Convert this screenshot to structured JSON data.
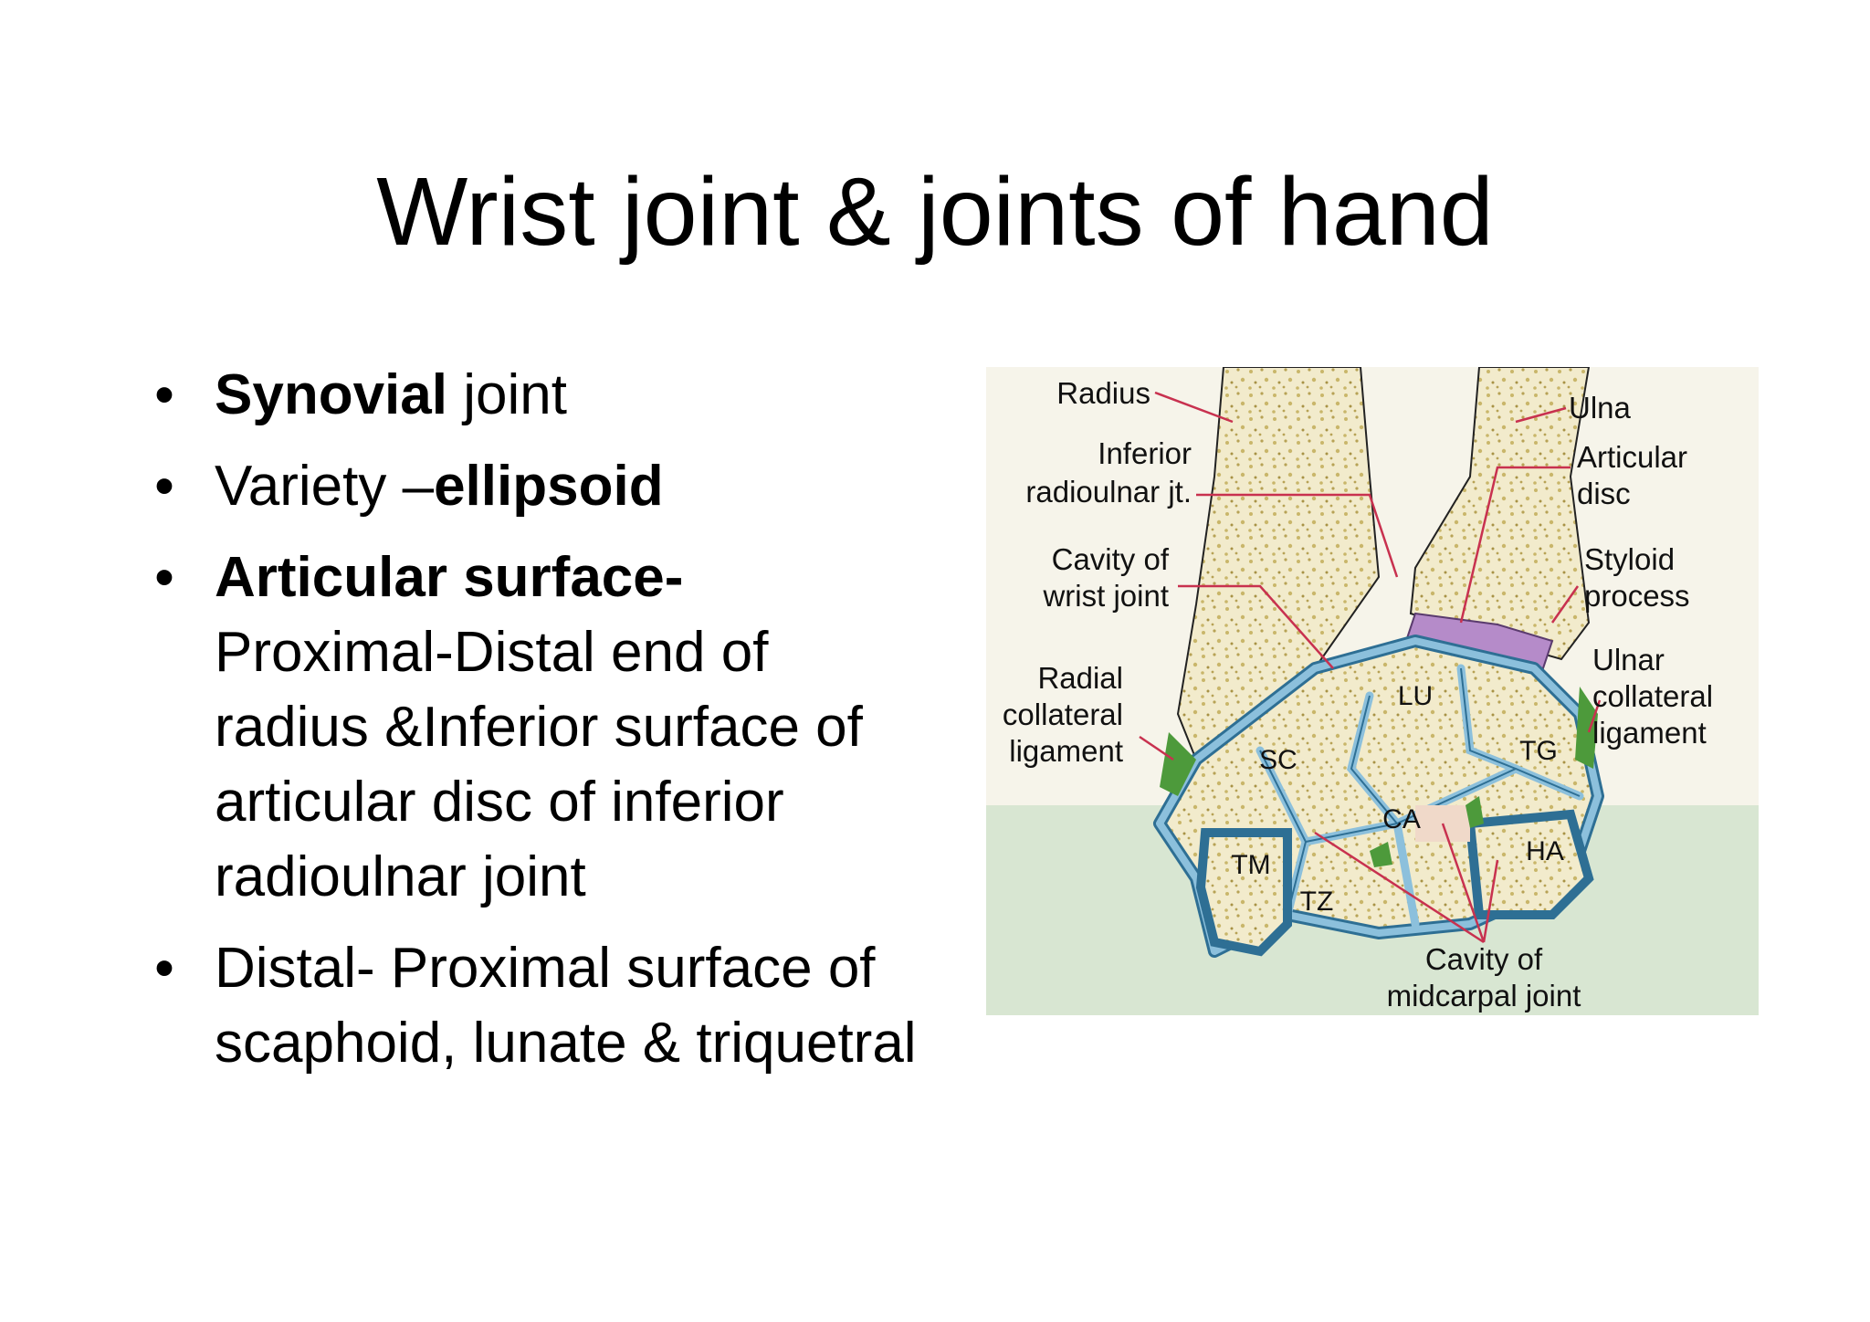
{
  "slide": {
    "title": "Wrist joint & joints of hand",
    "bullets": [
      {
        "bullet": "•",
        "bold": "Synovial",
        "text": " joint"
      },
      {
        "bullet": "•",
        "text": "Variety –",
        "bold": "ellipsoid"
      },
      {
        "bullet": "•",
        "bold": "Articular surface-",
        "text": "Proximal-Distal end of radius &Inferior surface of articular disc of inferior radioulnar joint"
      },
      {
        "bullet": "•",
        "text": "Distal- Proximal surface of scaphoid, lunate & triquetral"
      }
    ]
  },
  "figure": {
    "labels": {
      "radius": "Radius",
      "ulna": "Ulna",
      "inferior_radioulnar_1": "Inferior",
      "inferior_radioulnar_2": "radioulnar jt.",
      "articular_disc_1": "Articular",
      "articular_disc_2": "disc",
      "cavity_wrist_1": "Cavity of",
      "cavity_wrist_2": "wrist joint",
      "styloid_1": "Styloid",
      "styloid_2": "process",
      "ulnar_coll_1": "Ulnar",
      "ulnar_coll_2": "collateral",
      "ulnar_coll_3": "ligament",
      "radial_coll_1": "Radial",
      "radial_coll_2": "collateral",
      "radial_coll_3": "ligament",
      "midcarpal_1": "Cavity of",
      "midcarpal_2": "midcarpal joint"
    },
    "bones": {
      "lu": "LU",
      "sc": "SC",
      "tg": "TG",
      "ca": "CA",
      "tm": "TM",
      "tz": "TZ",
      "ha": "HA"
    },
    "colors": {
      "bone_fill": "#f2ebcc",
      "speckle": "#c9b66a",
      "cavity_blue": "#8cc0dc",
      "cavity_edge": "#2e6f94",
      "ligament_green": "#4d9a3b",
      "disc_purple": "#b58bc9",
      "pointer_red": "#c8314f",
      "tint_green": "#d8e6d2"
    }
  }
}
